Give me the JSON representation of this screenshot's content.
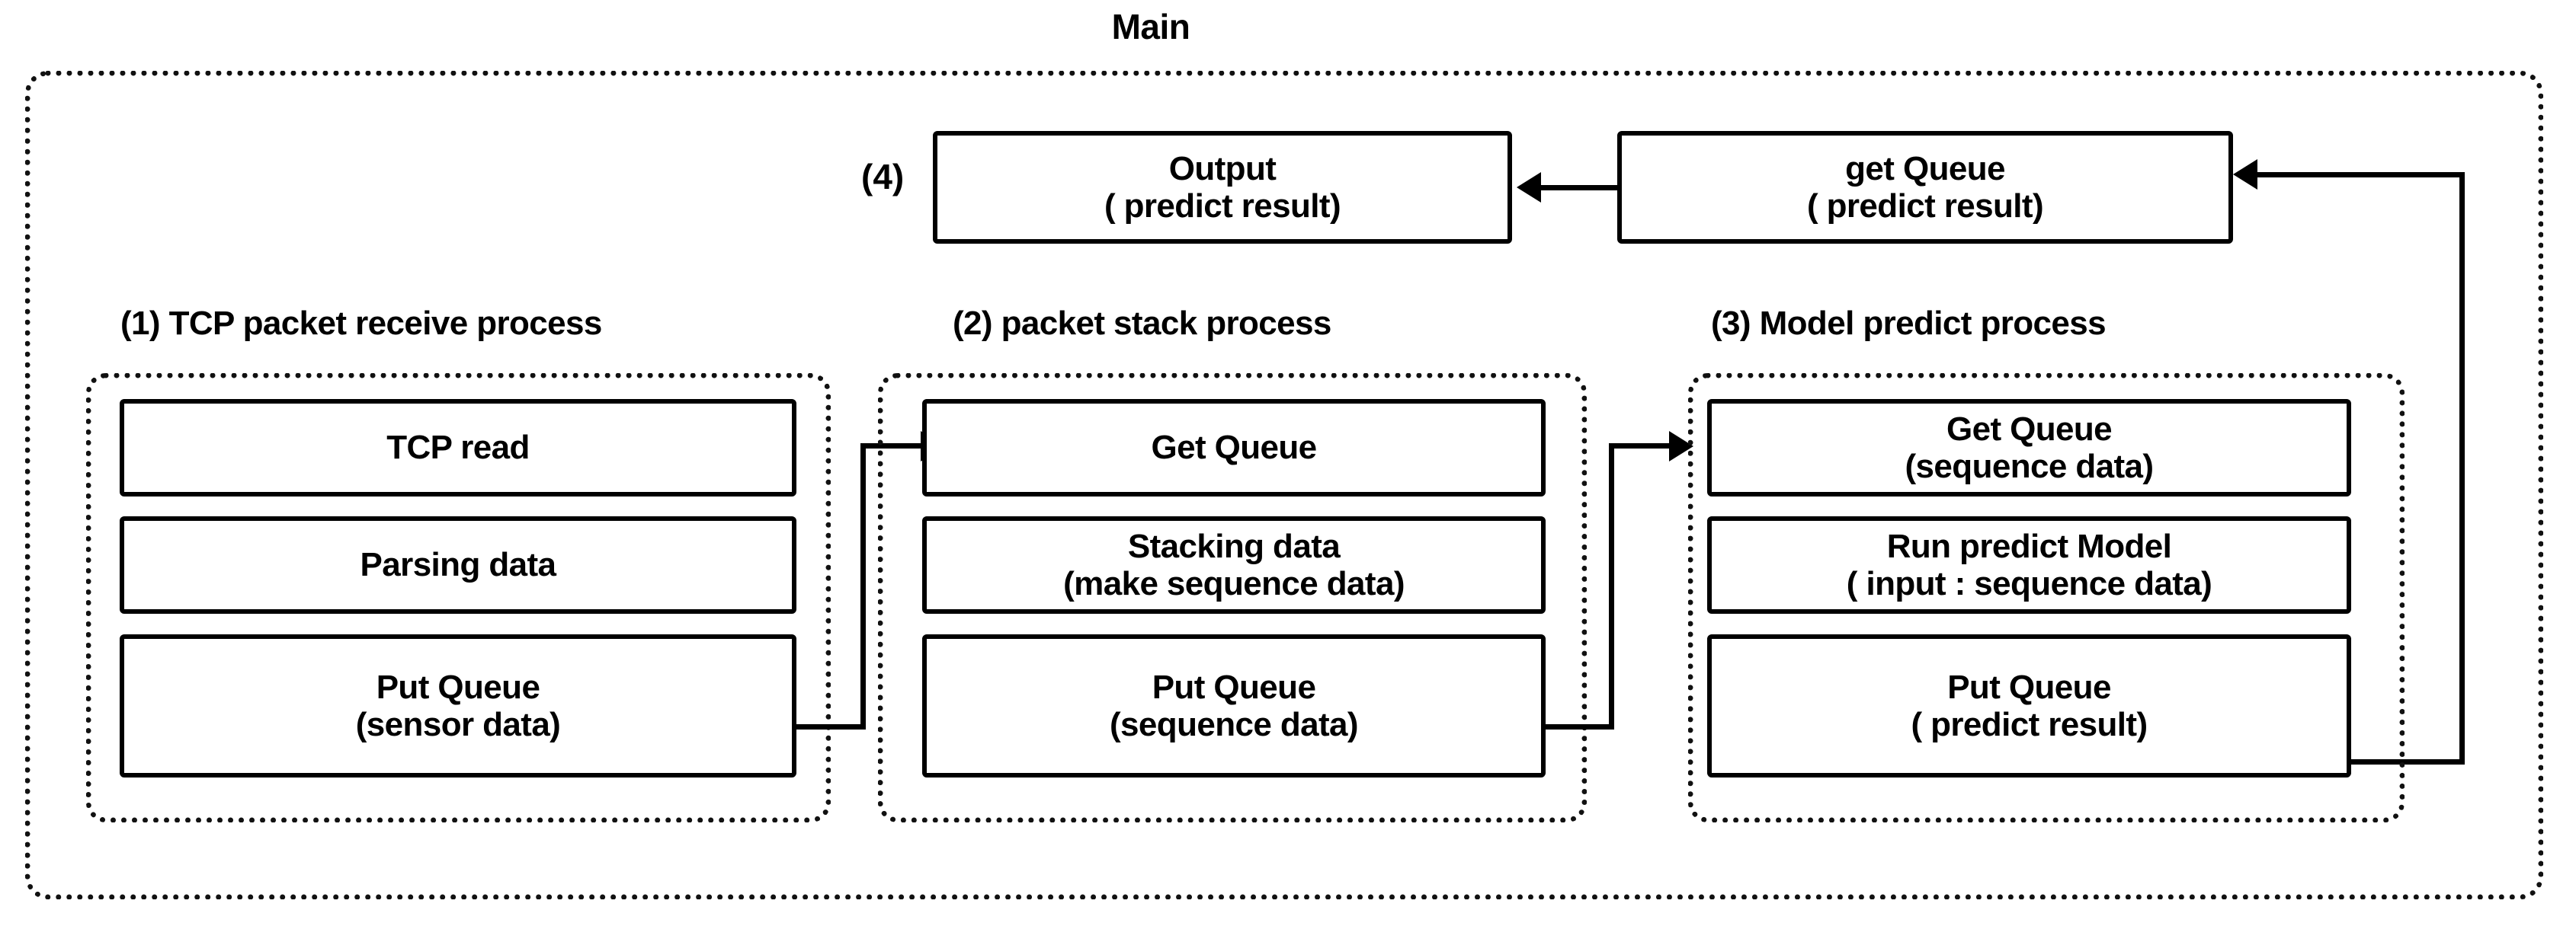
{
  "diagram": {
    "main_title": "Main",
    "steps": {
      "s1": "(1)",
      "s2": "(2)",
      "s3": "(3)",
      "s4": "(4)"
    },
    "section_titles": {
      "p1": "(1) TCP packet receive process",
      "p2": "(2)  packet stack process",
      "p3": "(3) Model predict process"
    },
    "output_box": {
      "line1": "Output",
      "line2": "( predict result)"
    },
    "get_queue_box": {
      "line1": "get Queue",
      "line2": "( predict result)"
    },
    "process1": {
      "title": "(1) TCP packet receive process",
      "boxes": [
        {
          "line1": "TCP read",
          "line2": ""
        },
        {
          "line1": "Parsing data",
          "line2": ""
        },
        {
          "line1": "Put Queue",
          "line2": "(sensor data)"
        }
      ]
    },
    "process2": {
      "title": "(2)  packet stack process",
      "boxes": [
        {
          "line1": "Get Queue",
          "line2": ""
        },
        {
          "line1": "Stacking data",
          "line2": "(make sequence data)"
        },
        {
          "line1": "Put Queue",
          "line2": "(sequence data)"
        }
      ]
    },
    "process3": {
      "title": "(3) Model predict process",
      "boxes": [
        {
          "line1": "Get Queue",
          "line2": "(sequence data)"
        },
        {
          "line1": "Run predict Model",
          "line2": "( input : sequence data)"
        },
        {
          "line1": "Put Queue",
          "line2": "( predict result)"
        }
      ]
    },
    "colors": {
      "stroke": "#000000",
      "background": "#ffffff"
    }
  }
}
